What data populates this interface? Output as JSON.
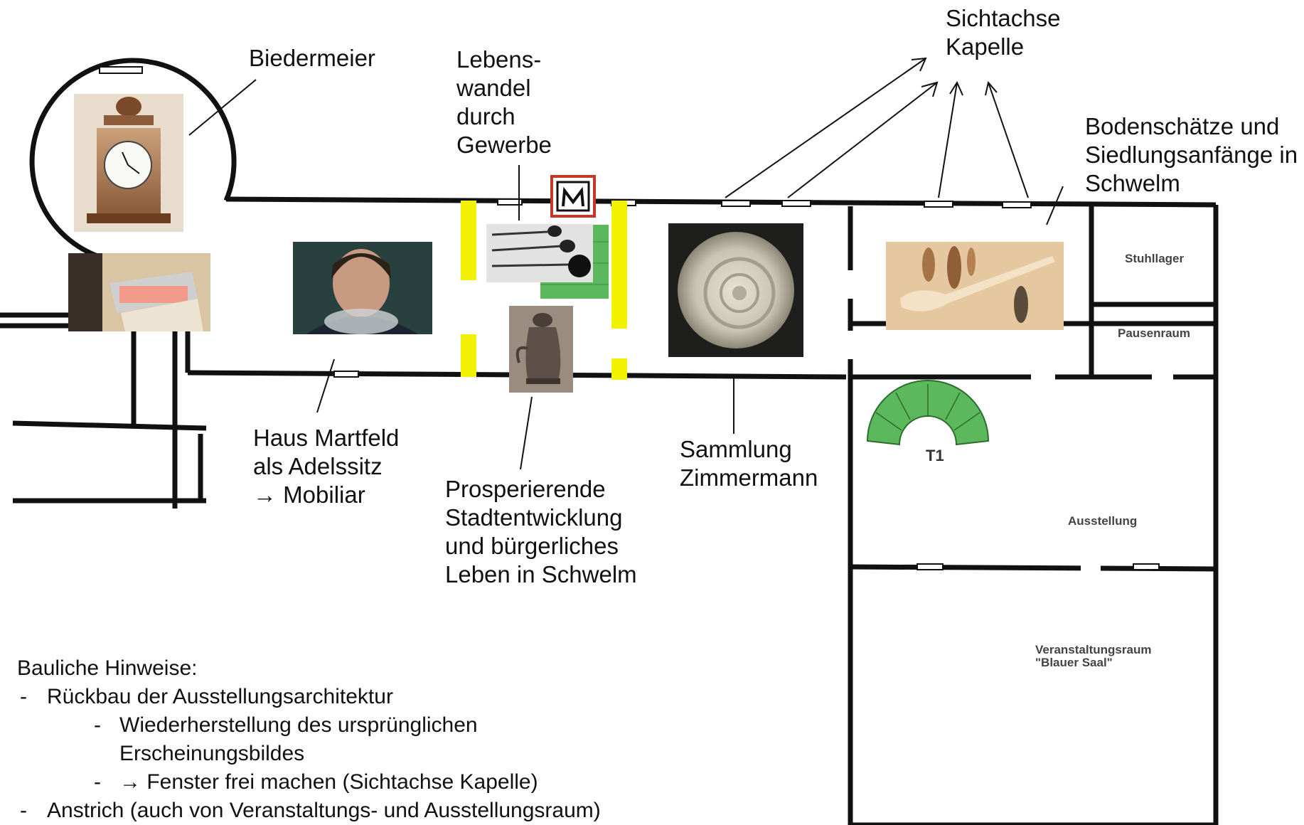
{
  "labels": {
    "biedermeier": "Biedermeier",
    "lebenswandel": "Lebens-\nwandel\ndurch\nGewerbe",
    "sichtachse": "Sichtachse\nKapelle",
    "bodenschaetze": "Bodenschätze und\nSiedlungsanfänge in\nSchwelm",
    "haus_martfeld": "Haus Martfeld\nals Adelssitz\n→ Mobiliar",
    "prosperierende": "Prosperierende\nStadtentwicklung\nund bürgerliches\nLeben in Schwelm",
    "sammlung": "Sammlung\nZimmermann"
  },
  "rooms": {
    "stuhllager": "Stuhllager",
    "pausenraum": "Pausenraum",
    "ausstellung": "Ausstellung",
    "veranstaltungsraum": "Veranstaltungsraum\n\"Blauer Saal\"",
    "t1": "T1"
  },
  "notes": {
    "heading": "Bauliche Hinweise:",
    "items": [
      {
        "marker": "-",
        "text": "Rückbau der Ausstellungsarchitektur",
        "level": 0
      },
      {
        "marker": "-",
        "text": "Wiederherstellung des ursprünglichen",
        "level": 1
      },
      {
        "marker": "",
        "text": "Erscheinungsbildes",
        "level": 1
      },
      {
        "marker": "-",
        "text": "→ Fenster frei machen (Sichtachse Kapelle)",
        "level": 1
      },
      {
        "marker": "-",
        "text": "Anstrich (auch von Veranstaltungs- und Ausstellungsraum)",
        "level": 0
      }
    ]
  },
  "colors": {
    "wall": "#111111",
    "marker_yellow": "#f2f200",
    "seating_green": "#5cb85c",
    "logo_red": "#c0392b"
  },
  "icons": {
    "logo": "y-monogram-icon"
  }
}
